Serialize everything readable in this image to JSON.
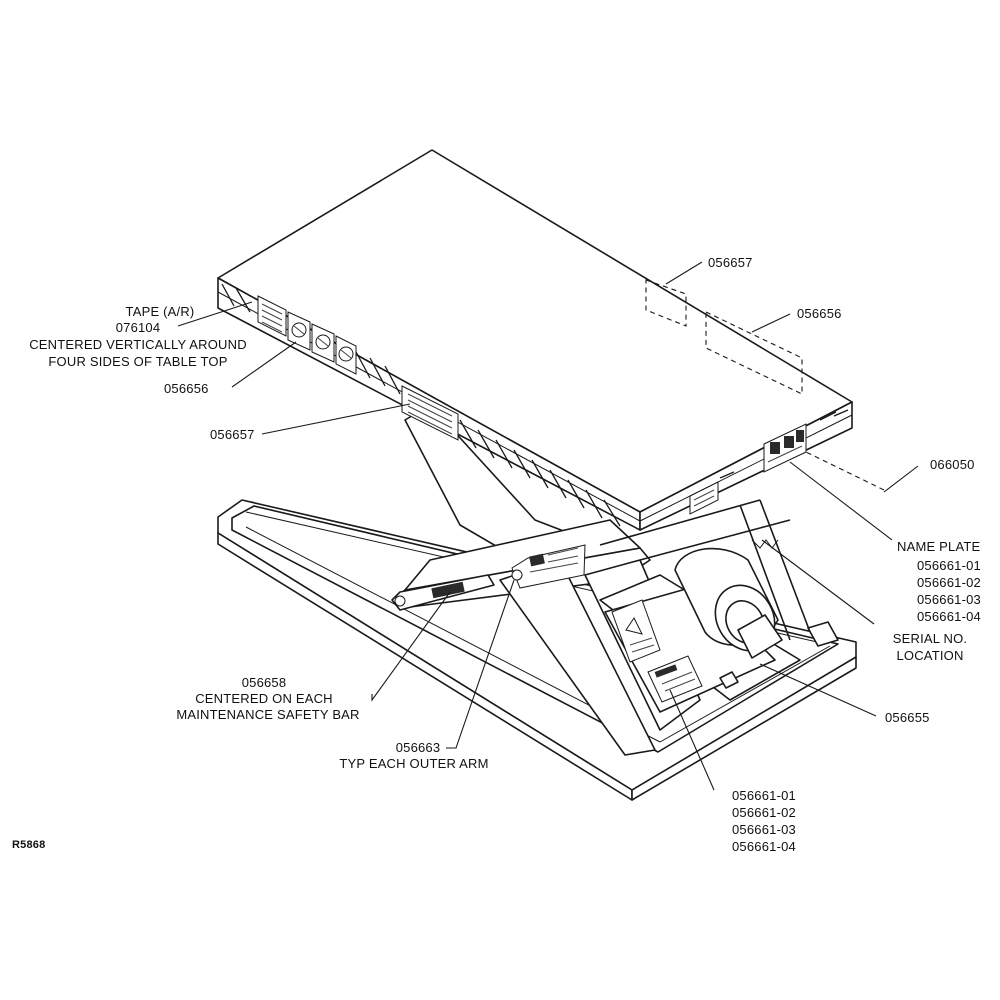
{
  "diagram": {
    "drawing_id": "R5868",
    "callouts": {
      "tape": [
        "TAPE (A/R)",
        "076104",
        "CENTERED VERTICALLY AROUND",
        "FOUR SIDES OF TABLE TOP"
      ],
      "label_056656_left": "056656",
      "label_056657_left": "056657",
      "label_056657_top": "056657",
      "label_056656_right": "056656",
      "label_066050": "066050",
      "name_plate": [
        "NAME PLATE",
        "056661-01",
        "056661-02",
        "056661-03",
        "056661-04"
      ],
      "serial_no": [
        "SERIAL NO.",
        "LOCATION"
      ],
      "label_056655": "056655",
      "safety_bar": [
        "056658",
        "CENTERED ON EACH",
        "MAINTENANCE SAFETY BAR"
      ],
      "outer_arm": [
        "056663",
        "TYP EACH OUTER ARM"
      ],
      "bottom_decals": [
        "056661-01",
        "056661-02",
        "056661-03",
        "056661-04"
      ]
    }
  }
}
